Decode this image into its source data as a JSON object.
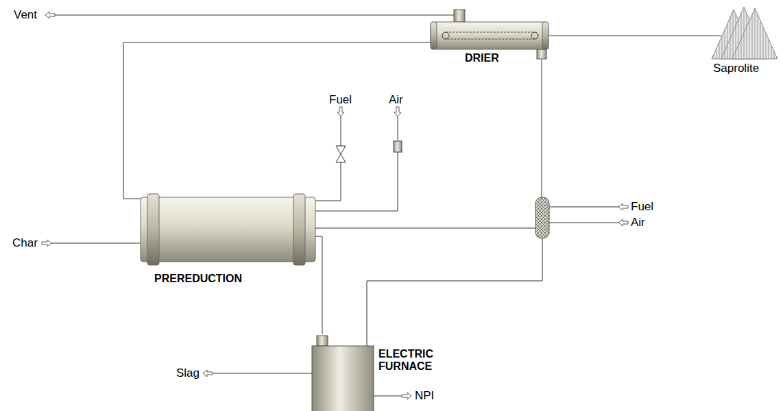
{
  "diagram": {
    "nodes": [
      {
        "text": [
          "DRIER"
        ]
      },
      {
        "text": [
          "PREREDUCTION"
        ]
      },
      {
        "text": [
          "ELECTRIC FURNACE"
        ]
      }
    ],
    "edges": [
      {
        "from": 0,
        "to": 1,
        "arrow": "none"
      },
      {
        "from": 1,
        "to": 2,
        "arrow": "none"
      }
    ],
    "labels": [
      "Vent",
      "Saprolite",
      "Fuel",
      "Air",
      "Fuel",
      "Air",
      "Char",
      "Slag",
      "NPI"
    ]
  }
}
